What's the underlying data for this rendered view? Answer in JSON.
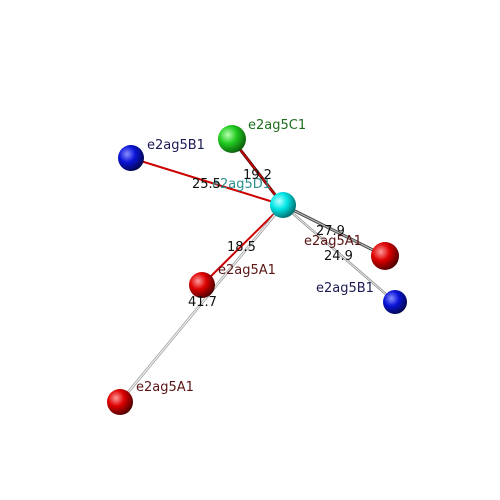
{
  "diagram": {
    "atoms": [
      {
        "id": "a1",
        "label": "e2ag5D1",
        "color": "#00e5e5",
        "label_color": "#2b8f8f"
      },
      {
        "id": "a2",
        "label": "e2ag5C1",
        "color": "#22cc22",
        "label_color": "#1e6e1e"
      },
      {
        "id": "a3",
        "label": "e2ag5B1",
        "color": "#0a14d8",
        "label_color": "#1a1a55"
      },
      {
        "id": "a4",
        "label": "e2ag5A1",
        "color": "#dd0000",
        "label_color": "#5a1414"
      },
      {
        "id": "a5",
        "label": "e2ag5A1",
        "color": "#dd0000",
        "label_color": "#5a1414"
      },
      {
        "id": "a6",
        "label": "e2ag5B1",
        "color": "#0a14d8",
        "label_color": "#1a1a55"
      },
      {
        "id": "a7",
        "label": "e2ag5A1",
        "color": "#dd0000",
        "label_color": "#5a1414"
      }
    ],
    "bonds": [
      {
        "id": "b1",
        "distance": "19.2",
        "color": "#cc0000"
      },
      {
        "id": "b2",
        "distance": "25.5",
        "color": "#cc0000"
      },
      {
        "id": "b3",
        "distance": "18.5",
        "color": "#cc0000"
      },
      {
        "id": "b4",
        "distance": "27.9",
        "color": "#555555"
      },
      {
        "id": "b5",
        "distance": "24.9",
        "color": "#aaaaaa"
      },
      {
        "id": "b6",
        "distance": "41.7",
        "color": "#bbbbbb"
      }
    ]
  }
}
